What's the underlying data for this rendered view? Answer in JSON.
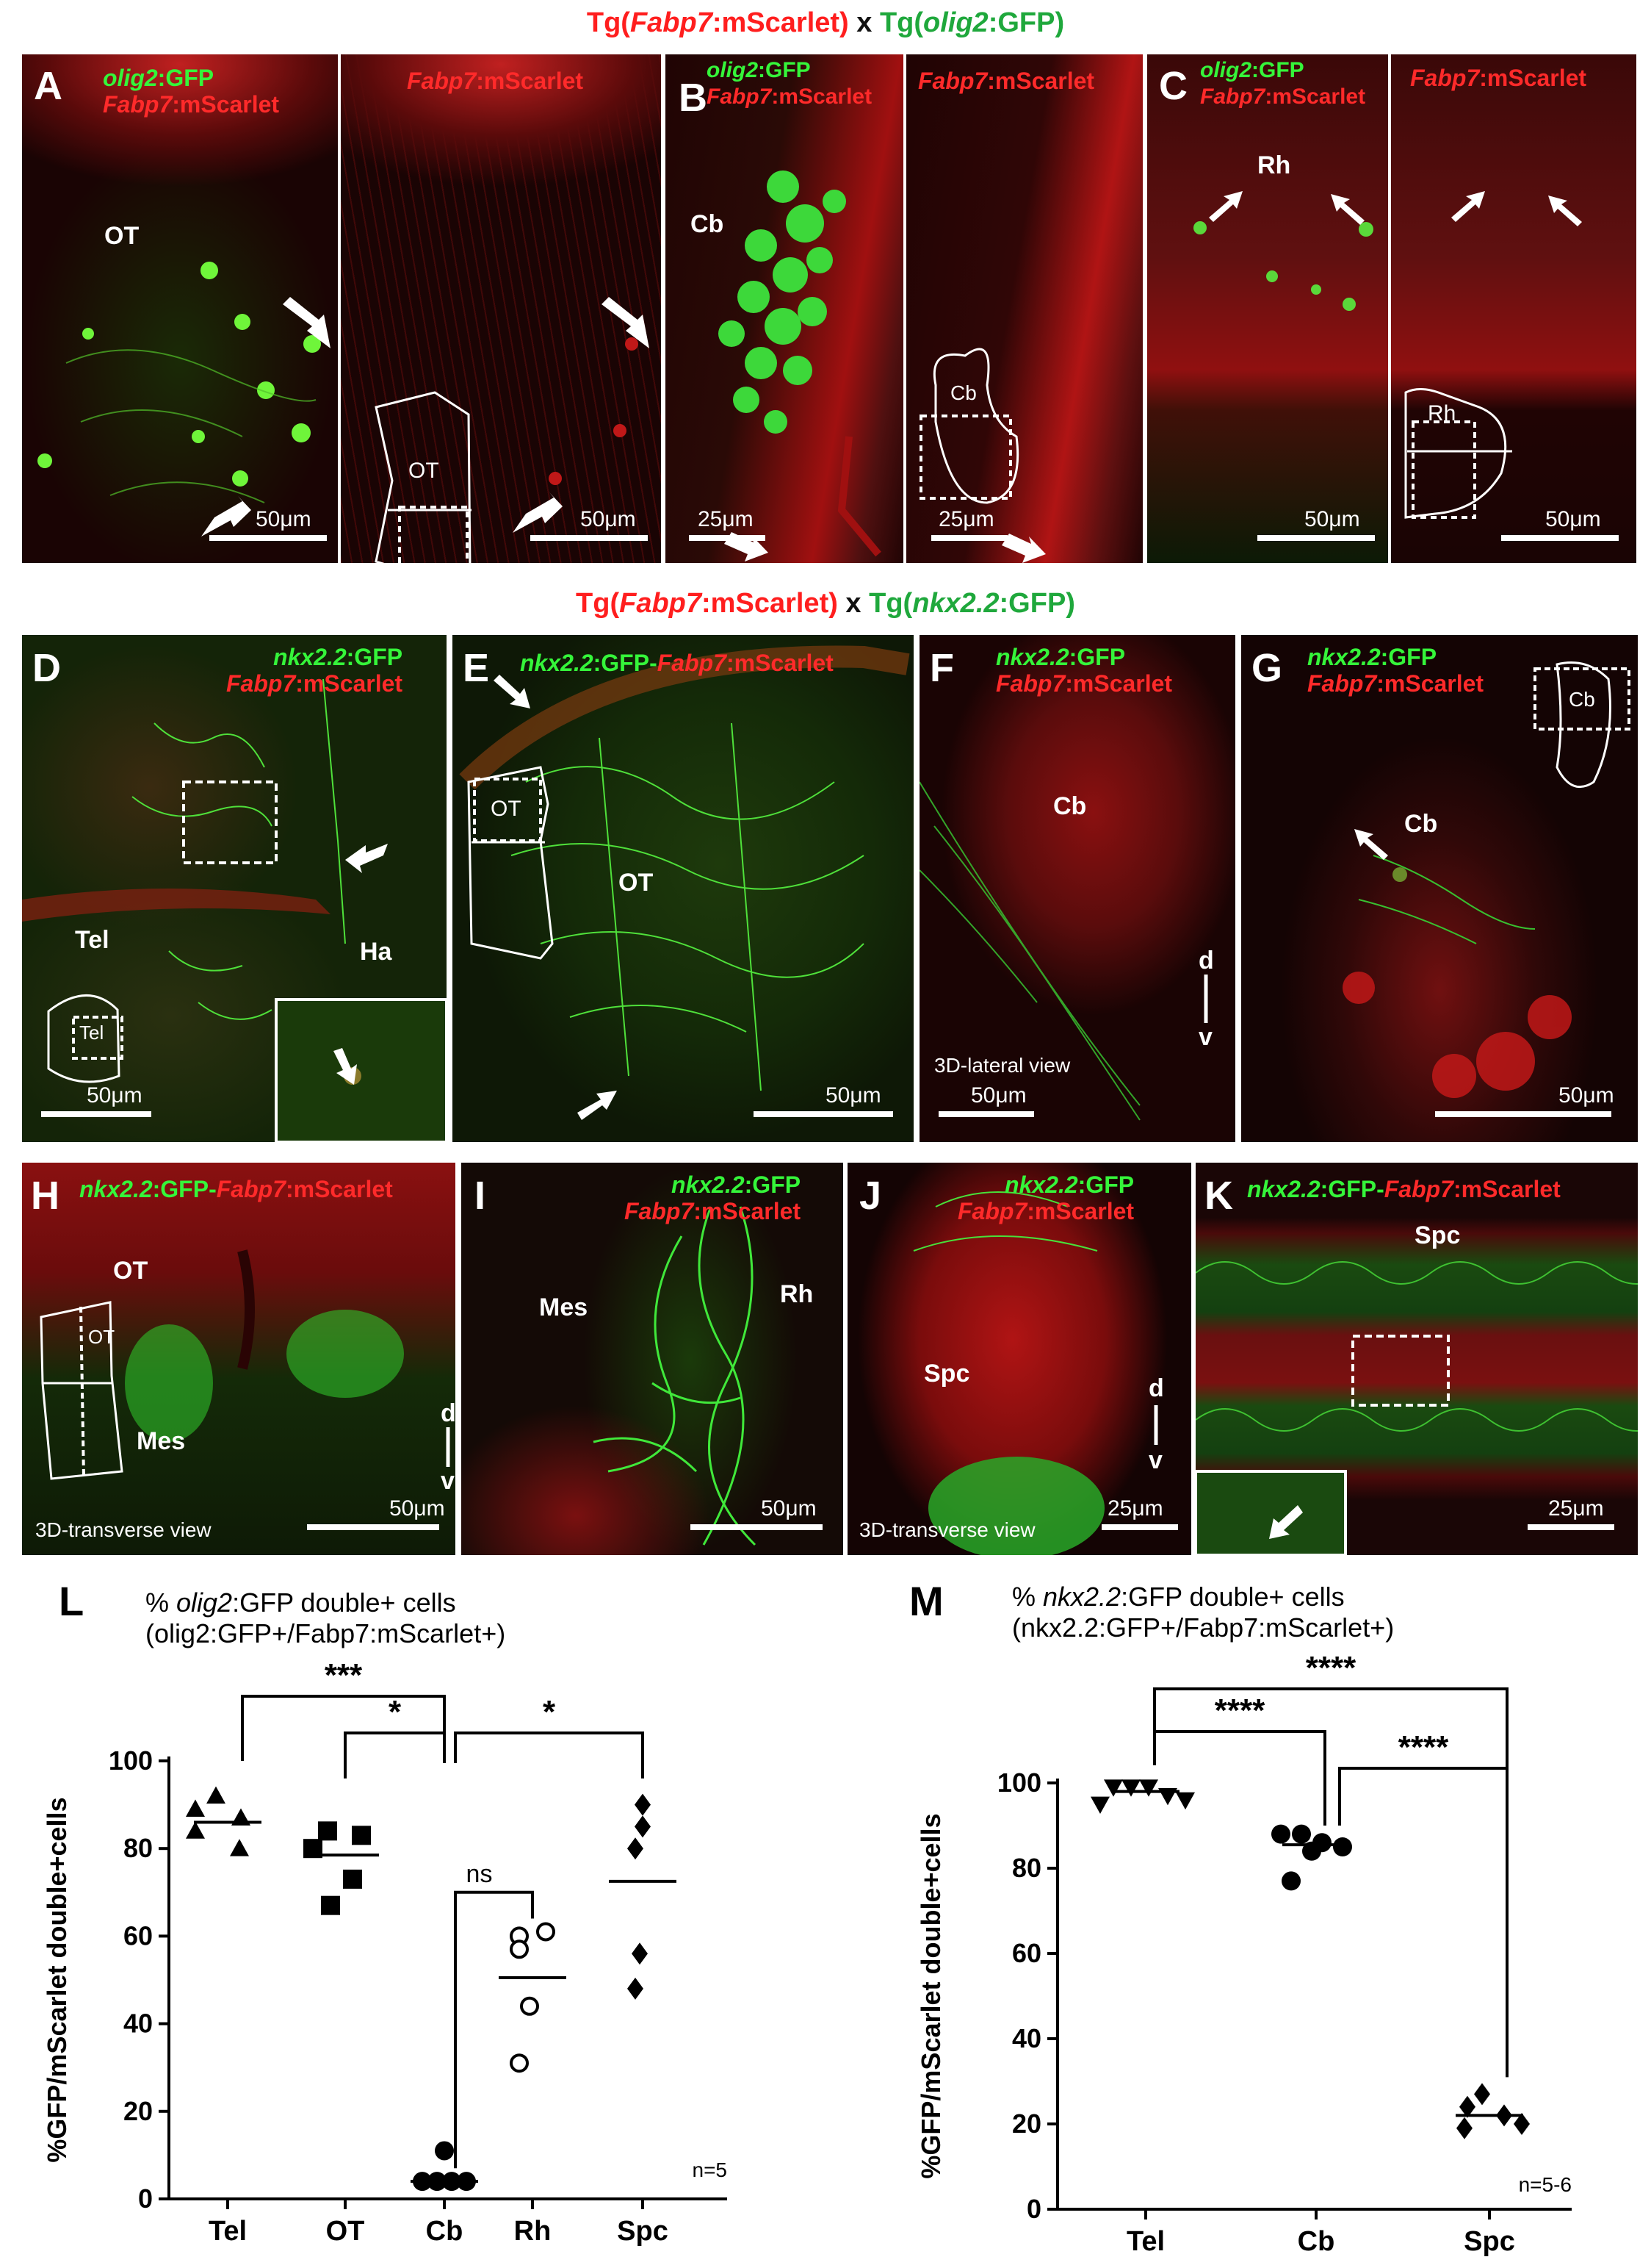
{
  "figure": {
    "row1_title": {
      "p1": "Tg(",
      "g1": "Fabp7",
      "p2": ":mScarlet)",
      "x": " x ",
      "p3": "Tg(",
      "g2": "olig2",
      "p4": ":GFP)"
    },
    "row2_title": {
      "p1": "Tg(",
      "g1": "Fabp7",
      "p2": ":mScarlet)",
      "x": " x ",
      "p3": "Tg(",
      "g2": "nkx2.2",
      "p4": ":GFP)"
    },
    "panels": {
      "A1": {
        "label": "A",
        "gfp": "olig2",
        "gfp_suffix": ":GFP",
        "red": "Fabp7",
        "red_suffix": ":mScarlet",
        "region": "OT",
        "scale": "50μm"
      },
      "A2": {
        "red": "Fabp7",
        "red_suffix": ":mScarlet",
        "region": "OT",
        "scale": "50μm"
      },
      "B1": {
        "label": "B",
        "gfp": "olig2",
        "gfp_suffix": ":GFP",
        "red": "Fabp7",
        "red_suffix": ":mScarlet",
        "region": "Cb",
        "scale": "25μm"
      },
      "B2": {
        "red": "Fabp7",
        "red_suffix": ":mScarlet",
        "region": "Cb",
        "scale": "25μm"
      },
      "C1": {
        "label": "C",
        "gfp": "olig2",
        "gfp_suffix": ":GFP",
        "red": "Fabp7",
        "red_suffix": ":mScarlet",
        "region": "Rh",
        "scale": "50μm"
      },
      "C2": {
        "red": "Fabp7",
        "red_suffix": ":mScarlet",
        "region": "Rh",
        "scale": "50μm"
      },
      "D": {
        "label": "D",
        "gfp": "nkx2.2",
        "gfp_suffix": ":GFP",
        "red": "Fabp7",
        "red_suffix": ":mScarlet",
        "region1": "Tel",
        "region2": "Ha",
        "region3": "Tel",
        "scale": "50μm"
      },
      "E": {
        "label": "E",
        "gfp": "nkx2.2",
        "gfp_suffix": ":GFP-",
        "red": "Fabp7",
        "red_suffix": ":mScarlet",
        "region": "OT",
        "inset": "OT",
        "scale": "50μm"
      },
      "F": {
        "label": "F",
        "gfp": "nkx2.2",
        "gfp_suffix": ":GFP",
        "red": "Fabp7",
        "red_suffix": ":mScarlet",
        "region": "Cb",
        "view": "3D-lateral view",
        "d": "d",
        "v": "v",
        "scale": "50μm"
      },
      "G": {
        "label": "G",
        "gfp": "nkx2.2",
        "gfp_suffix": ":GFP",
        "red": "Fabp7",
        "red_suffix": ":mScarlet",
        "region": "Cb",
        "inset": "Cb",
        "scale": "50μm"
      },
      "H": {
        "label": "H",
        "gfp": "nkx2.2",
        "gfp_suffix": ":GFP-",
        "red": "Fabp7",
        "red_suffix": ":mScarlet",
        "region1": "OT",
        "region2": "Mes",
        "inset": "OT",
        "view": "3D-transverse view",
        "d": "d",
        "v": "v",
        "scale": "50μm"
      },
      "I": {
        "label": "I",
        "gfp": "nkx2.2",
        "gfp_suffix": ":GFP",
        "red": "Fabp7",
        "red_suffix": ":mScarlet",
        "region1": "Mes",
        "region2": "Rh",
        "scale": "50μm"
      },
      "J": {
        "label": "J",
        "gfp": "nkx2.2",
        "gfp_suffix": ":GFP",
        "red": "Fabp7",
        "red_suffix": ":mScarlet",
        "region": "Spc",
        "view": "3D-transverse view",
        "d": "d",
        "v": "v",
        "scale": "25μm"
      },
      "K": {
        "label": "K",
        "gfp": "nkx2.2",
        "gfp_suffix": ":GFP-",
        "red": "Fabp7",
        "red_suffix": ":mScarlet",
        "region": "Spc",
        "scale": "25μm"
      }
    }
  },
  "chart_data": [
    {
      "type": "scatter",
      "panel_label": "L",
      "title_line1_a": "% ",
      "title_line1_gene": "olig2",
      "title_line1_b": ":GFP double+ cells",
      "title_line2": "(olig2:GFP+/Fabp7:mScarlet+)",
      "ylabel": "%GFP/mScarlet double+cells",
      "ylim": [
        0,
        100
      ],
      "yticks": [
        "0",
        "20",
        "40",
        "60",
        "80",
        "100"
      ],
      "categories": [
        "Tel",
        "OT",
        "Cb",
        "Rh",
        "Spc"
      ],
      "markers": [
        "triangle-up",
        "square",
        "circle-filled",
        "circle-open",
        "diamond"
      ],
      "points": [
        [
          92,
          89,
          87,
          84,
          80
        ],
        [
          84,
          83,
          80,
          73,
          67
        ],
        [
          11,
          4,
          4,
          4,
          4
        ],
        [
          60,
          61,
          57,
          44,
          31
        ],
        [
          90,
          85,
          80,
          56,
          48
        ]
      ],
      "medians": [
        86,
        78.5,
        4,
        50.5,
        72.5
      ],
      "comparisons": [
        {
          "from": "Tel",
          "to": "Cb",
          "label": "***"
        },
        {
          "from": "OT",
          "to": "Cb",
          "label": "*"
        },
        {
          "from": "Cb",
          "to": "Spc",
          "label": "*"
        },
        {
          "from": "Cb",
          "to": "Rh",
          "label": "ns"
        }
      ],
      "n_label": "n=5"
    },
    {
      "type": "scatter",
      "panel_label": "M",
      "title_line1_a": "% ",
      "title_line1_gene": "nkx2.2",
      "title_line1_b": ":GFP double+ cells",
      "title_line2": "(nkx2.2:GFP+/Fabp7:mScarlet+)",
      "ylabel": "%GFP/mScarlet double+cells",
      "ylim": [
        0,
        100
      ],
      "yticks": [
        "0",
        "20",
        "40",
        "60",
        "80",
        "100"
      ],
      "categories": [
        "Tel",
        "Cb",
        "Spc"
      ],
      "markers": [
        "triangle-down",
        "hexagon",
        "diamond"
      ],
      "points": [
        [
          99,
          99,
          99,
          97,
          96,
          95
        ],
        [
          88,
          88,
          86,
          85,
          84,
          77
        ],
        [
          27,
          24,
          22,
          20,
          19
        ]
      ],
      "medians": [
        98,
        85.5,
        22
      ],
      "comparisons": [
        {
          "from": "Tel",
          "to": "Spc",
          "label": "****"
        },
        {
          "from": "Tel",
          "to": "Cb",
          "label": "****"
        },
        {
          "from": "Cb",
          "to": "Spc",
          "label": "****"
        }
      ],
      "n_label": "n=5-6"
    }
  ]
}
